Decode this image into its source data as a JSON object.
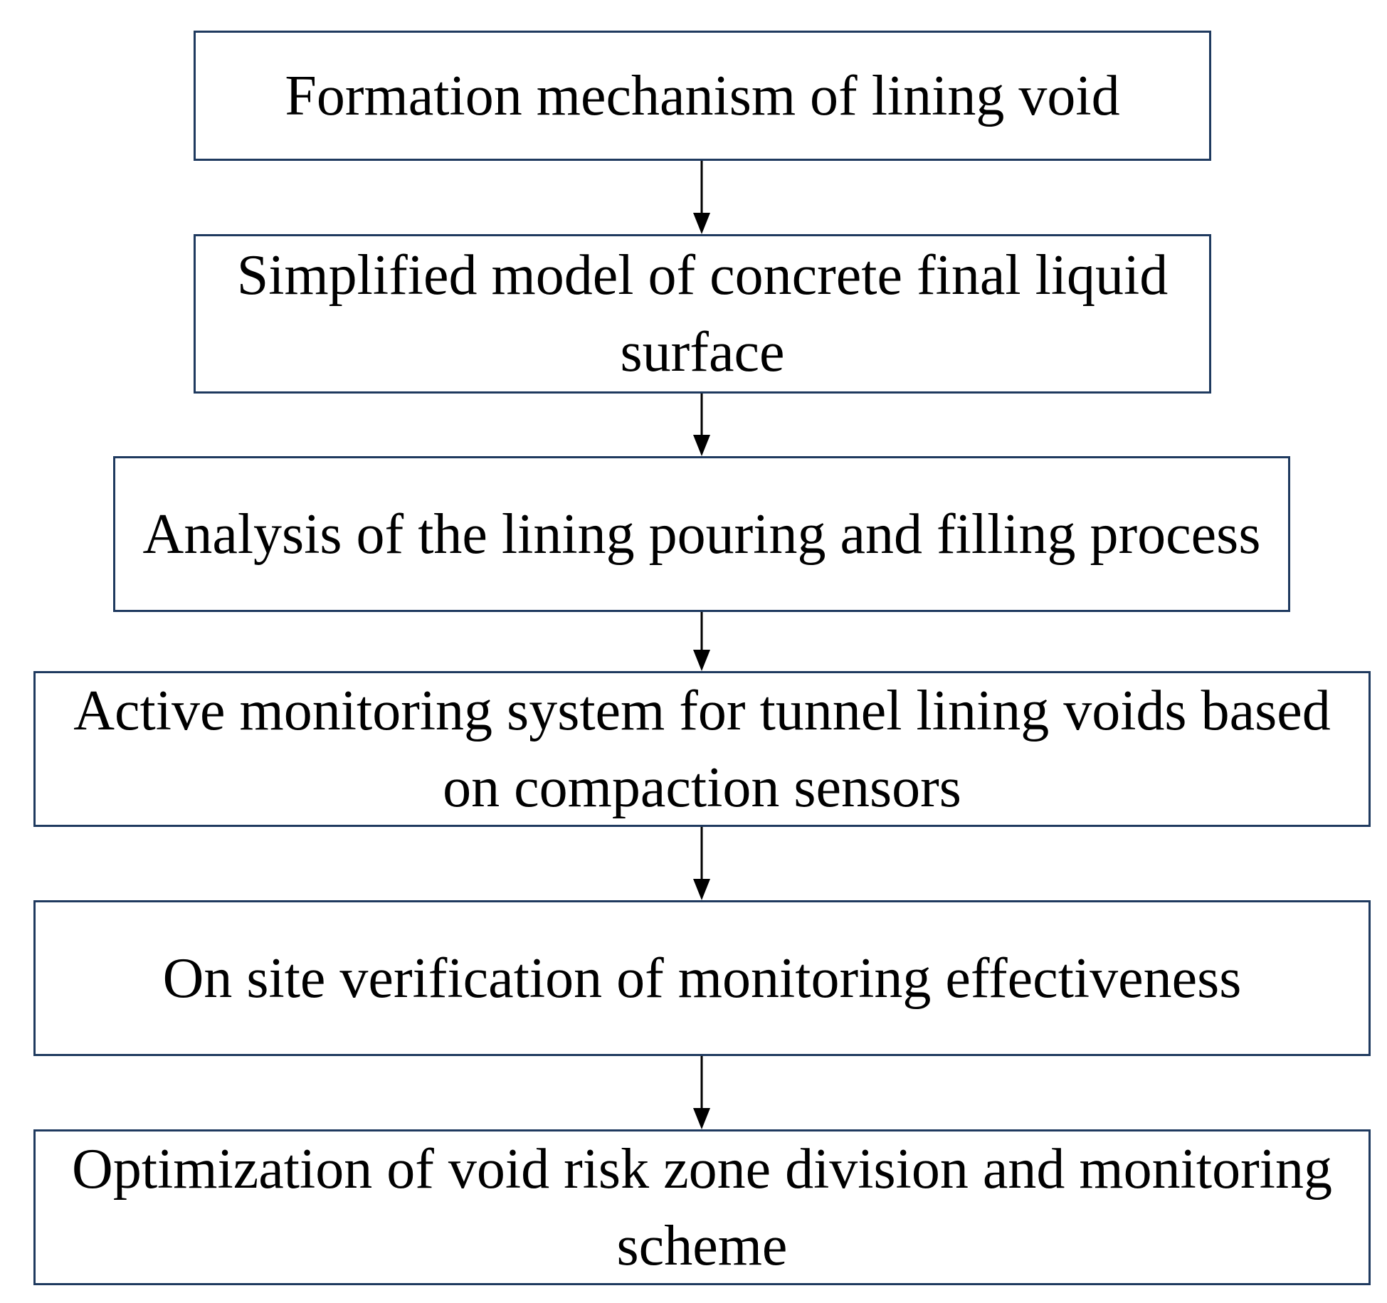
{
  "diagram": {
    "colors": {
      "box_border": "#1f3a5f",
      "arrow": "#000000",
      "text": "#000000",
      "background": "#ffffff"
    },
    "steps": [
      {
        "id": "step1",
        "label": "Formation mechanism of lining void"
      },
      {
        "id": "step2",
        "label": "Simplified model of concrete final liquid surface"
      },
      {
        "id": "step3",
        "label": "Analysis of the lining pouring and filling process"
      },
      {
        "id": "step4",
        "label": "Active monitoring system for tunnel lining voids based on compaction sensors"
      },
      {
        "id": "step5",
        "label": "On site verification of monitoring effectiveness"
      },
      {
        "id": "step6",
        "label": "Optimization of void risk zone division and monitoring scheme"
      }
    ],
    "edges": [
      {
        "from": "step1",
        "to": "step2"
      },
      {
        "from": "step2",
        "to": "step3"
      },
      {
        "from": "step3",
        "to": "step4"
      },
      {
        "from": "step4",
        "to": "step5"
      },
      {
        "from": "step5",
        "to": "step6"
      }
    ]
  }
}
